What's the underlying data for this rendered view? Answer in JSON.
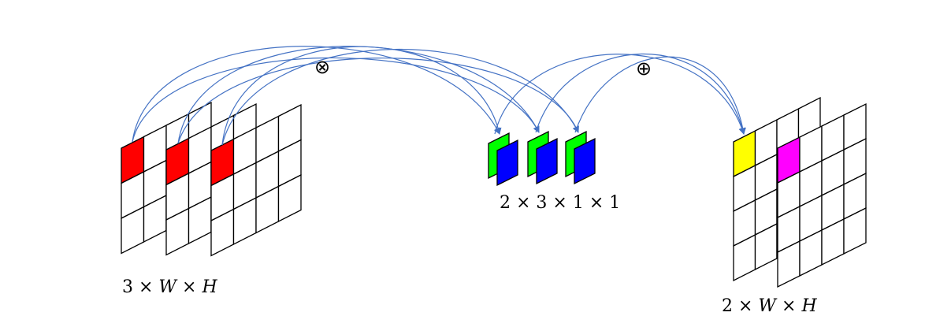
{
  "labels": {
    "input_shape": "3 × 𝑊 × 𝐻",
    "kernel_shape": "2 × 3 × 1 × 1",
    "output_shape": "2 × 𝑊 × 𝐻",
    "multiply_symbol": "⊗",
    "add_symbol": "⊕"
  },
  "colors": {
    "input_highlight": "#ff0000",
    "kernel_front": "#0000ff",
    "kernel_back": "#00ff00",
    "output_ch1": "#ffff00",
    "output_ch2": "#ff00ff",
    "arrow": "#4472c4",
    "grid_line": "#000000"
  },
  "input_maps": {
    "count": 3,
    "rows": 3,
    "cols": 4
  },
  "kernels": {
    "count": 3
  },
  "output_maps": {
    "count": 2,
    "rows": 4,
    "cols": 4
  }
}
